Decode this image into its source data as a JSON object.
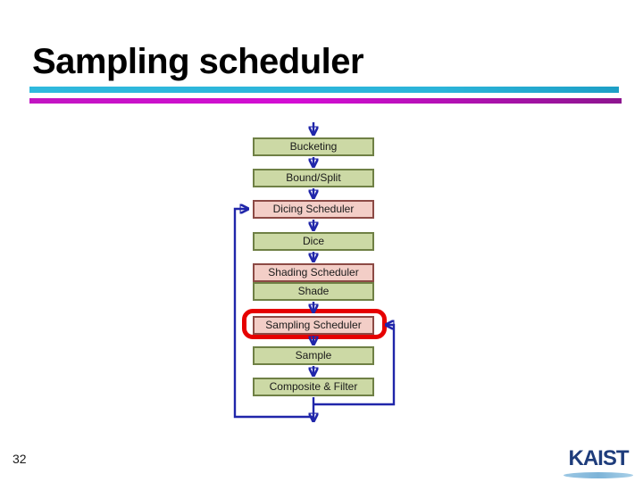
{
  "slide": {
    "title": "Sampling scheduler",
    "page_number": "32"
  },
  "diagram": {
    "type": "flowchart",
    "boxes": [
      {
        "label": "Bucketing",
        "type": "green"
      },
      {
        "label": "Bound/Split",
        "type": "green"
      },
      {
        "label": "Dicing Scheduler",
        "type": "pink"
      },
      {
        "label": "Dice",
        "type": "green"
      },
      {
        "label": "Shading Scheduler",
        "type": "pink"
      },
      {
        "label": "Shade",
        "type": "green"
      },
      {
        "label": "Sampling Scheduler",
        "type": "pink",
        "highlighted": true
      },
      {
        "label": "Sample",
        "type": "green"
      },
      {
        "label": "Composite & Filter",
        "type": "green"
      }
    ],
    "flow": "top entry -> Bucketing -> Bound/Split -> Dicing Scheduler -> Dice -> Shading Scheduler -> Shade -> Sampling Scheduler -> Sample -> Composite & Filter -> exit; loop back to Dicing Scheduler (left) and Sampling Scheduler (right)"
  },
  "logo": {
    "text": "KAIST"
  },
  "colors": {
    "rule_top_cyan": "#2bb4d9",
    "rule_bottom_magenta": "#c215c2",
    "box_green_fill": "#ccd9a5",
    "box_green_border": "#6f8045",
    "box_pink_fill": "#f3cec7",
    "box_pink_border": "#8c4a45",
    "arrow_blue": "#2026aa",
    "highlight_red": "#e60000",
    "logo_blue": "#1e3c7b",
    "logo_swoosh_blue": "#9cc7e4"
  }
}
